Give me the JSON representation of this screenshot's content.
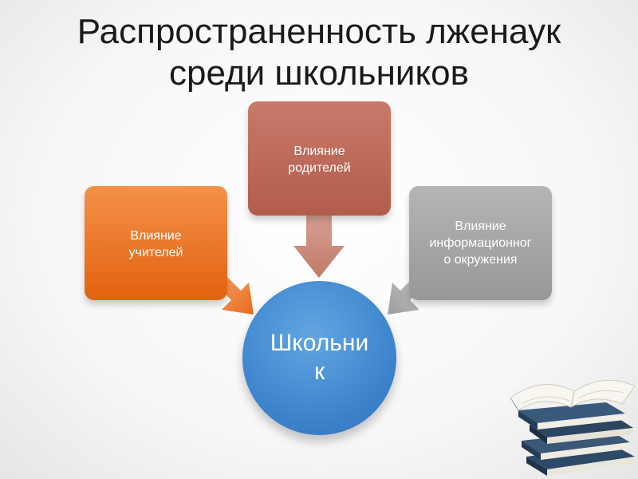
{
  "title": {
    "line1": "Распространенность лженаук",
    "line2": "среди школьников"
  },
  "diagram": {
    "center": {
      "line1": "Школьни",
      "line2": "к"
    },
    "parents": {
      "line1": "Влияние",
      "line2": "родителей"
    },
    "teachers": {
      "line1": "Влияние",
      "line2": "учителей"
    },
    "info": {
      "line1": "Влияние",
      "line2": "информационног",
      "line3": "о окружения"
    }
  },
  "colors": {
    "parents": "#b25c4c",
    "teachers": "#e2620f",
    "info": "#979797",
    "center": "#3f86cf"
  },
  "decor": {
    "icon": "books-stack-icon"
  }
}
